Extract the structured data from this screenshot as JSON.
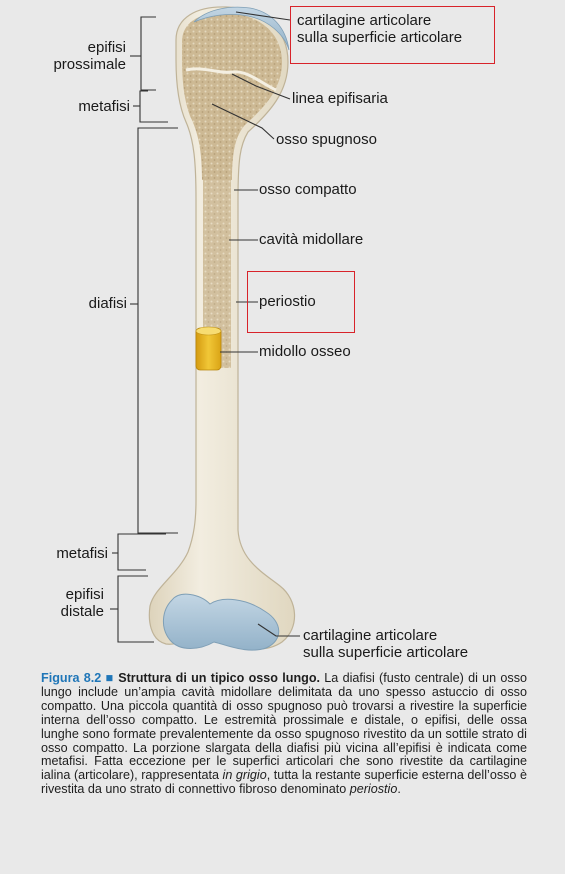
{
  "labels": {
    "epifisi_prossimale": [
      "epifisi",
      "prossimale"
    ],
    "metafisi_top": "metafisi",
    "diafisi": "diafisi",
    "metafisi_bottom": "metafisi",
    "epifisi_distale": [
      "epifisi",
      "distale"
    ],
    "cartilagine_top": [
      "cartilagine articolare",
      "sulla superficie articolare"
    ],
    "linea_epifisaria": "linea epifisaria",
    "osso_spugnoso": "osso spugnoso",
    "osso_compatto": "osso compatto",
    "cavita_midollare": "cavità midollare",
    "periostio": "periostio",
    "midollo_osseo": "midollo osseo",
    "cartilagine_bottom": [
      "cartilagine articolare",
      "sulla superficie articolare"
    ]
  },
  "caption": {
    "figure_number": "Figura 8.2",
    "bullet": "■",
    "title": "Struttura di un tipico osso lungo.",
    "text_part1": " La diafisi (fusto centrale) di un osso lungo include un’ampia cavità midollare delimitata da uno spesso astuccio di osso compatto. Una piccola quantità di osso spugnoso può trovarsi a rivestire la superficie interna dell’osso compatto. Le estremità prossimale e distale, o epifisi, delle ossa lunghe sono formate prevalentemente da osso spugnoso rivestito da un sottile strato di osso compatto. La porzione slargata della diafisi più vicina all’epifisi è indicata come metafisi. Fatta eccezione per le superfici articolari che sono rivestite da cartilagine ialina (articolare), rappresentata ",
    "italic_1": "in grigio",
    "text_part2": ", tutta la restante superficie esterna dell’osso è rivestita da uno strato di connettivo fibroso denominato ",
    "italic_2": "periostio",
    "text_part3": "."
  },
  "colors": {
    "background": "#e9e9e9",
    "bone": "#ece6d6",
    "bone_edge": "#c9bfa6",
    "spongy": "#c8b48f",
    "cartilage": "#a9c3d6",
    "marrow": "#e2b21a",
    "highlight_box": "#d8232a",
    "caption_accent": "#1f76b8"
  }
}
